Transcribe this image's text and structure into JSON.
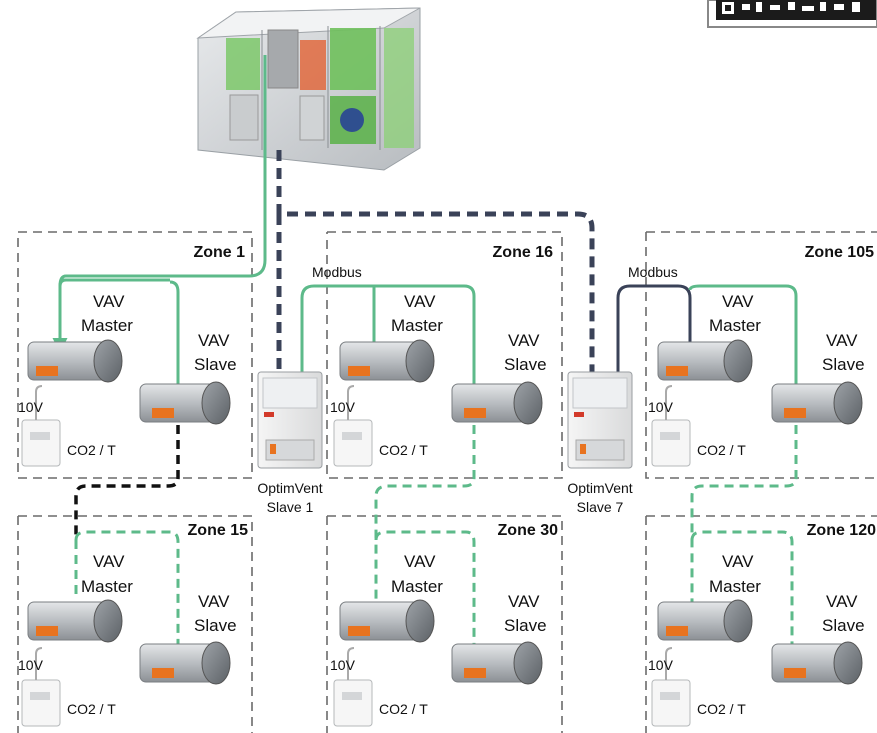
{
  "zones": [
    {
      "title": "Zone 1",
      "master_label_1": "VAV",
      "master_label_2": "Master",
      "slave_label_1": "VAV",
      "slave_label_2": "Slave",
      "voltage": "10V",
      "sensor": "CO2 / T"
    },
    {
      "title": "Zone 16",
      "master_label_1": "VAV",
      "master_label_2": "Master",
      "slave_label_1": "VAV",
      "slave_label_2": "Slave",
      "voltage": "10V",
      "sensor": "CO2 / T"
    },
    {
      "title": "Zone 105",
      "master_label_1": "VAV",
      "master_label_2": "Master",
      "slave_label_1": "VAV",
      "slave_label_2": "Slave",
      "voltage": "10V",
      "sensor": "CO2 / T"
    },
    {
      "title": "Zone 15",
      "master_label_1": "VAV",
      "master_label_2": "Master",
      "slave_label_1": "VAV",
      "slave_label_2": "Slave",
      "voltage": "10V",
      "sensor": "CO2 / T"
    },
    {
      "title": "Zone 30",
      "master_label_1": "VAV",
      "master_label_2": "Master",
      "slave_label_1": "VAV",
      "slave_label_2": "Slave",
      "voltage": "10V",
      "sensor": "CO2 / T"
    },
    {
      "title": "Zone 120",
      "master_label_1": "VAV",
      "master_label_2": "Master",
      "slave_label_1": "VAV",
      "slave_label_2": "Slave",
      "voltage": "10V",
      "sensor": "CO2 / T"
    }
  ],
  "controllers": [
    {
      "label_1": "OptimVent",
      "label_2": "Slave 1",
      "bus_label": "Modbus"
    },
    {
      "label_1": "OptimVent",
      "label_2": "Slave 7",
      "bus_label": "Modbus"
    }
  ],
  "colors": {
    "green": "#5dba8a",
    "navy": "#3a4258",
    "black_link": "#111111",
    "zone_border": "#6a6a6a",
    "duct": "#b4b8bc",
    "actuator": "#e8731f"
  },
  "icons": {
    "ahu": "air-handling-unit-icon",
    "damper": "vav-damper-icon",
    "sensor": "co2-temperature-sensor-icon",
    "controller": "optimvent-controller-icon",
    "qr": "qr-code-icon"
  }
}
